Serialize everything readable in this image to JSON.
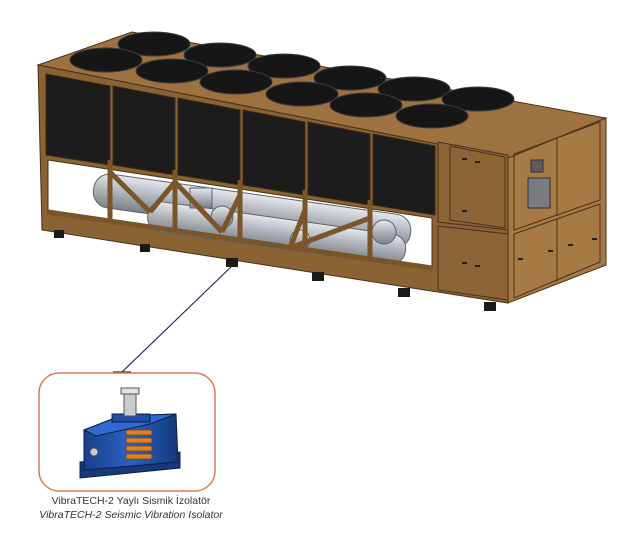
{
  "caption": {
    "turkish": "VibraTECH-2 Yaylı Sismik İzolatör",
    "english": "VibraTECH-2 Seismic Vibration Isolator"
  },
  "colors": {
    "frame": "#8a6233",
    "frame_light": "#a77a45",
    "frame_dark": "#5e3f1c",
    "coil_panel": "#1c1c1c",
    "pipe": "#b9bcc2",
    "isolator_blue": "#1e4fa8",
    "isolator_spring": "#d9822b",
    "callout_border": "#e07a50",
    "leader_line": "#2c2c55"
  },
  "icons": {
    "chiller": "air-cooled-chiller-unit",
    "isolator": "spring-vibration-isolator"
  }
}
